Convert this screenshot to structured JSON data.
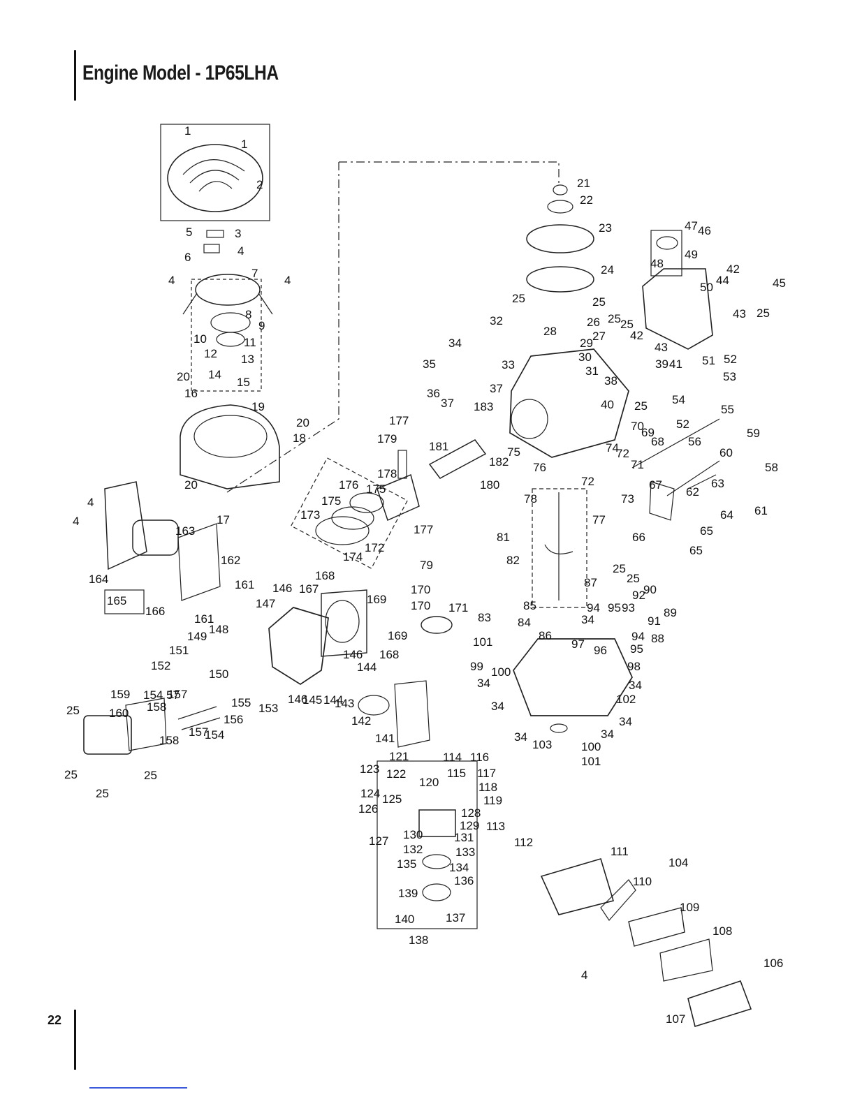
{
  "page": {
    "title": "Engine Model - 1P65LHA",
    "page_number": "22"
  },
  "callouts": [
    {
      "id": "c1a",
      "text": "1"
    },
    {
      "id": "c1b",
      "text": "1"
    },
    {
      "id": "c2",
      "text": "2"
    },
    {
      "id": "c3",
      "text": "3"
    },
    {
      "id": "c4a",
      "text": "4"
    },
    {
      "id": "c4b",
      "text": "4"
    },
    {
      "id": "c4c",
      "text": "4"
    },
    {
      "id": "c4d",
      "text": "4"
    },
    {
      "id": "c4e",
      "text": "4"
    },
    {
      "id": "c4f",
      "text": "4"
    },
    {
      "id": "c5",
      "text": "5"
    },
    {
      "id": "c6",
      "text": "6"
    },
    {
      "id": "c7",
      "text": "7"
    },
    {
      "id": "c8",
      "text": "8"
    },
    {
      "id": "c9",
      "text": "9"
    },
    {
      "id": "c10",
      "text": "10"
    },
    {
      "id": "c11",
      "text": "11"
    },
    {
      "id": "c12",
      "text": "12"
    },
    {
      "id": "c13",
      "text": "13"
    },
    {
      "id": "c14",
      "text": "14"
    },
    {
      "id": "c15",
      "text": "15"
    },
    {
      "id": "c16",
      "text": "16"
    },
    {
      "id": "c17",
      "text": "17"
    },
    {
      "id": "c18",
      "text": "18"
    },
    {
      "id": "c19",
      "text": "19"
    },
    {
      "id": "c20a",
      "text": "20"
    },
    {
      "id": "c20b",
      "text": "20"
    },
    {
      "id": "c20c",
      "text": "20"
    },
    {
      "id": "c21",
      "text": "21"
    },
    {
      "id": "c22",
      "text": "22"
    },
    {
      "id": "c23",
      "text": "23"
    },
    {
      "id": "c24",
      "text": "24"
    },
    {
      "id": "c25a",
      "text": "25"
    },
    {
      "id": "c25b",
      "text": "25"
    },
    {
      "id": "c25c",
      "text": "25"
    },
    {
      "id": "c25d",
      "text": "25"
    },
    {
      "id": "c25e",
      "text": "25"
    },
    {
      "id": "c25f",
      "text": "25"
    },
    {
      "id": "c25g",
      "text": "25"
    },
    {
      "id": "c25h",
      "text": "25"
    },
    {
      "id": "c25i",
      "text": "25"
    },
    {
      "id": "c25j",
      "text": "25"
    },
    {
      "id": "c25k",
      "text": "25"
    },
    {
      "id": "c25l",
      "text": "25"
    },
    {
      "id": "c26",
      "text": "26"
    },
    {
      "id": "c27",
      "text": "27"
    },
    {
      "id": "c28",
      "text": "28"
    },
    {
      "id": "c29",
      "text": "29"
    },
    {
      "id": "c30",
      "text": "30"
    },
    {
      "id": "c31",
      "text": "31"
    },
    {
      "id": "c32",
      "text": "32"
    },
    {
      "id": "c33",
      "text": "33"
    },
    {
      "id": "c34a",
      "text": "34"
    },
    {
      "id": "c34b",
      "text": "34"
    },
    {
      "id": "c34c",
      "text": "34"
    },
    {
      "id": "c34d",
      "text": "34"
    },
    {
      "id": "c34e",
      "text": "34"
    },
    {
      "id": "c34f",
      "text": "34"
    },
    {
      "id": "c34g",
      "text": "34"
    },
    {
      "id": "c34h",
      "text": "34"
    },
    {
      "id": "c35",
      "text": "35"
    },
    {
      "id": "c36",
      "text": "36"
    },
    {
      "id": "c37a",
      "text": "37"
    },
    {
      "id": "c37b",
      "text": "37"
    },
    {
      "id": "c38",
      "text": "38"
    },
    {
      "id": "c39",
      "text": "39"
    },
    {
      "id": "c40",
      "text": "40"
    },
    {
      "id": "c41",
      "text": "41"
    },
    {
      "id": "c42a",
      "text": "42"
    },
    {
      "id": "c42b",
      "text": "42"
    },
    {
      "id": "c43a",
      "text": "43"
    },
    {
      "id": "c43b",
      "text": "43"
    },
    {
      "id": "c44",
      "text": "44"
    },
    {
      "id": "c45",
      "text": "45"
    },
    {
      "id": "c46",
      "text": "46"
    },
    {
      "id": "c47",
      "text": "47"
    },
    {
      "id": "c48",
      "text": "48"
    },
    {
      "id": "c49",
      "text": "49"
    },
    {
      "id": "c50",
      "text": "50"
    },
    {
      "id": "c51",
      "text": "51"
    },
    {
      "id": "c52a",
      "text": "52"
    },
    {
      "id": "c52b",
      "text": "52"
    },
    {
      "id": "c53",
      "text": "53"
    },
    {
      "id": "c54",
      "text": "54"
    },
    {
      "id": "c55",
      "text": "55"
    },
    {
      "id": "c56",
      "text": "56"
    },
    {
      "id": "c57",
      "text": "57"
    },
    {
      "id": "c58",
      "text": "58"
    },
    {
      "id": "c59",
      "text": "59"
    },
    {
      "id": "c60",
      "text": "60"
    },
    {
      "id": "c61",
      "text": "61"
    },
    {
      "id": "c62",
      "text": "62"
    },
    {
      "id": "c63",
      "text": "63"
    },
    {
      "id": "c64",
      "text": "64"
    },
    {
      "id": "c65a",
      "text": "65"
    },
    {
      "id": "c65b",
      "text": "65"
    },
    {
      "id": "c66",
      "text": "66"
    },
    {
      "id": "c67",
      "text": "67"
    },
    {
      "id": "c68",
      "text": "68"
    },
    {
      "id": "c69",
      "text": "69"
    },
    {
      "id": "c70",
      "text": "70"
    },
    {
      "id": "c71",
      "text": "71"
    },
    {
      "id": "c72a",
      "text": "72"
    },
    {
      "id": "c72b",
      "text": "72"
    },
    {
      "id": "c73",
      "text": "73"
    },
    {
      "id": "c74",
      "text": "74"
    },
    {
      "id": "c75",
      "text": "75"
    },
    {
      "id": "c76",
      "text": "76"
    },
    {
      "id": "c77",
      "text": "77"
    },
    {
      "id": "c78",
      "text": "78"
    },
    {
      "id": "c79",
      "text": "79"
    },
    {
      "id": "c81",
      "text": "81"
    },
    {
      "id": "c82",
      "text": "82"
    },
    {
      "id": "c83",
      "text": "83"
    },
    {
      "id": "c84",
      "text": "84"
    },
    {
      "id": "c85",
      "text": "85"
    },
    {
      "id": "c86",
      "text": "86"
    },
    {
      "id": "c87",
      "text": "87"
    },
    {
      "id": "c88",
      "text": "88"
    },
    {
      "id": "c89",
      "text": "89"
    },
    {
      "id": "c90",
      "text": "90"
    },
    {
      "id": "c91",
      "text": "91"
    },
    {
      "id": "c92",
      "text": "92"
    },
    {
      "id": "c93",
      "text": "93"
    },
    {
      "id": "c94a",
      "text": "94"
    },
    {
      "id": "c94b",
      "text": "94"
    },
    {
      "id": "c95a",
      "text": "95"
    },
    {
      "id": "c95b",
      "text": "95"
    },
    {
      "id": "c96",
      "text": "96"
    },
    {
      "id": "c97",
      "text": "97"
    },
    {
      "id": "c98",
      "text": "98"
    },
    {
      "id": "c99",
      "text": "99"
    },
    {
      "id": "c100a",
      "text": "100"
    },
    {
      "id": "c100b",
      "text": "100"
    },
    {
      "id": "c101a",
      "text": "101"
    },
    {
      "id": "c101b",
      "text": "101"
    },
    {
      "id": "c102",
      "text": "102"
    },
    {
      "id": "c103",
      "text": "103"
    },
    {
      "id": "c104",
      "text": "104"
    },
    {
      "id": "c106",
      "text": "106"
    },
    {
      "id": "c107",
      "text": "107"
    },
    {
      "id": "c108",
      "text": "108"
    },
    {
      "id": "c109",
      "text": "109"
    },
    {
      "id": "c110",
      "text": "110"
    },
    {
      "id": "c111",
      "text": "111"
    },
    {
      "id": "c112",
      "text": "112"
    },
    {
      "id": "c113",
      "text": "113"
    },
    {
      "id": "c114",
      "text": "114"
    },
    {
      "id": "c115",
      "text": "115"
    },
    {
      "id": "c116",
      "text": "116"
    },
    {
      "id": "c117",
      "text": "117"
    },
    {
      "id": "c118",
      "text": "118"
    },
    {
      "id": "c119",
      "text": "119"
    },
    {
      "id": "c120",
      "text": "120"
    },
    {
      "id": "c121",
      "text": "121"
    },
    {
      "id": "c122",
      "text": "122"
    },
    {
      "id": "c123",
      "text": "123"
    },
    {
      "id": "c124",
      "text": "124"
    },
    {
      "id": "c125",
      "text": "125"
    },
    {
      "id": "c126",
      "text": "126"
    },
    {
      "id": "c127",
      "text": "127"
    },
    {
      "id": "c128",
      "text": "128"
    },
    {
      "id": "c129",
      "text": "129"
    },
    {
      "id": "c130",
      "text": "130"
    },
    {
      "id": "c131",
      "text": "131"
    },
    {
      "id": "c132",
      "text": "132"
    },
    {
      "id": "c133",
      "text": "133"
    },
    {
      "id": "c134",
      "text": "134"
    },
    {
      "id": "c135",
      "text": "135"
    },
    {
      "id": "c136",
      "text": "136"
    },
    {
      "id": "c137",
      "text": "137"
    },
    {
      "id": "c138",
      "text": "138"
    },
    {
      "id": "c139",
      "text": "139"
    },
    {
      "id": "c140",
      "text": "140"
    },
    {
      "id": "c141",
      "text": "141"
    },
    {
      "id": "c142",
      "text": "142"
    },
    {
      "id": "c143",
      "text": "143"
    },
    {
      "id": "c144a",
      "text": "144"
    },
    {
      "id": "c144b",
      "text": "144"
    },
    {
      "id": "c145",
      "text": "145"
    },
    {
      "id": "c146a",
      "text": "146"
    },
    {
      "id": "c146b",
      "text": "146"
    },
    {
      "id": "c146c",
      "text": "146"
    },
    {
      "id": "c147",
      "text": "147"
    },
    {
      "id": "c148",
      "text": "148"
    },
    {
      "id": "c149",
      "text": "149"
    },
    {
      "id": "c150",
      "text": "150"
    },
    {
      "id": "c151",
      "text": "151"
    },
    {
      "id": "c152",
      "text": "152"
    },
    {
      "id": "c153",
      "text": "153"
    },
    {
      "id": "c154a",
      "text": "154"
    },
    {
      "id": "c154b",
      "text": "154"
    },
    {
      "id": "c155",
      "text": "155"
    },
    {
      "id": "c156",
      "text": "156"
    },
    {
      "id": "c157a",
      "text": "157"
    },
    {
      "id": "c157b",
      "text": "157"
    },
    {
      "id": "c158a",
      "text": "158"
    },
    {
      "id": "c158b",
      "text": "158"
    },
    {
      "id": "c159",
      "text": "159"
    },
    {
      "id": "c160",
      "text": "160"
    },
    {
      "id": "c161a",
      "text": "161"
    },
    {
      "id": "c161b",
      "text": "161"
    },
    {
      "id": "c162",
      "text": "162"
    },
    {
      "id": "c163",
      "text": "163"
    },
    {
      "id": "c164",
      "text": "164"
    },
    {
      "id": "c165",
      "text": "165"
    },
    {
      "id": "c166",
      "text": "166"
    },
    {
      "id": "c167",
      "text": "167"
    },
    {
      "id": "c168a",
      "text": "168"
    },
    {
      "id": "c168b",
      "text": "168"
    },
    {
      "id": "c169a",
      "text": "169"
    },
    {
      "id": "c169b",
      "text": "169"
    },
    {
      "id": "c170a",
      "text": "170"
    },
    {
      "id": "c170b",
      "text": "170"
    },
    {
      "id": "c171",
      "text": "171"
    },
    {
      "id": "c172",
      "text": "172"
    },
    {
      "id": "c173",
      "text": "173"
    },
    {
      "id": "c174",
      "text": "174"
    },
    {
      "id": "c175a",
      "text": "175"
    },
    {
      "id": "c175b",
      "text": "175"
    },
    {
      "id": "c176",
      "text": "176"
    },
    {
      "id": "c177a",
      "text": "177"
    },
    {
      "id": "c177b",
      "text": "177"
    },
    {
      "id": "c178",
      "text": "178"
    },
    {
      "id": "c179",
      "text": "179"
    },
    {
      "id": "c180",
      "text": "180"
    },
    {
      "id": "c181",
      "text": "181"
    },
    {
      "id": "c182",
      "text": "182"
    },
    {
      "id": "c183",
      "text": "183"
    }
  ]
}
